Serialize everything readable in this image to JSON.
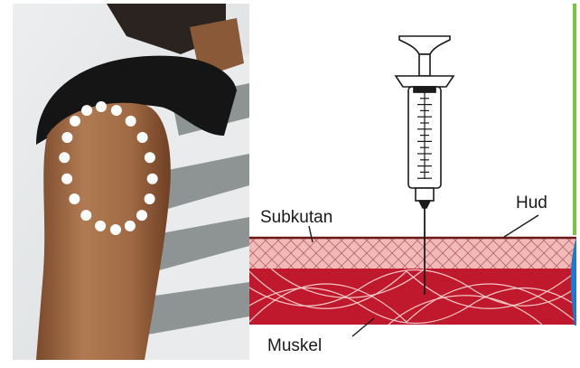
{
  "labels": {
    "subkutan": "Subkutan",
    "hud": "Hud",
    "muskel": "Muskel"
  },
  "colors": {
    "muscle": "#c0182c",
    "subcutaneous": "#f2b9b9",
    "skin_line": "#6b1818",
    "accent_green": "#7dc242",
    "accent_blue": "#1f78c8"
  },
  "icons": [
    "syringe-icon",
    "injection-site-marker"
  ]
}
